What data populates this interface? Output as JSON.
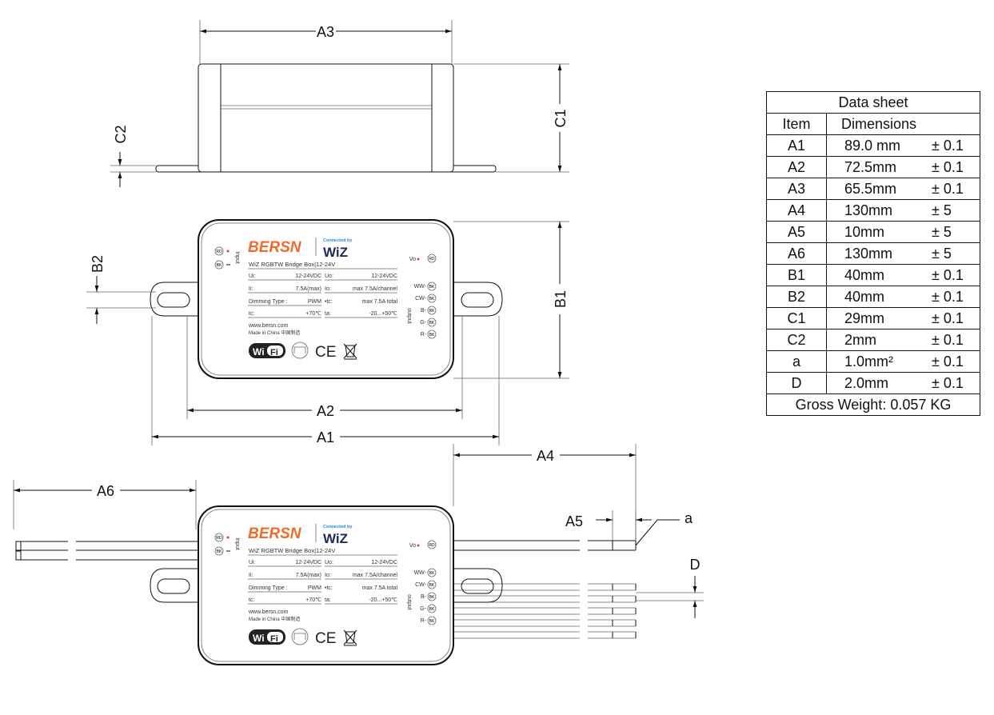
{
  "dimensions": {
    "A1": "A1",
    "A2": "A2",
    "A3": "A3",
    "A4": "A4",
    "A5": "A5",
    "A6": "A6",
    "B1": "B1",
    "B2": "B2",
    "C1": "C1",
    "C2": "C2",
    "a": "a",
    "D": "D"
  },
  "label": {
    "brand": "BERSN",
    "connected_by": "Connected by",
    "partner": "WiZ",
    "product": "WiZ RGBTW Bridge Box|12-24V",
    "rows": [
      {
        "k1": "Ui:",
        "v1": "12-24VDC",
        "k2": "Uo:",
        "v2": "12-24VDC"
      },
      {
        "k1": "Ii:",
        "v1": "7.5A(max)",
        "k2": "Io:",
        "v2": "max 7.5A/channel"
      },
      {
        "k1": "Dimming Type :",
        "v1": "PWM",
        "k2": "•tc:",
        "v2": "max 7.5A total"
      },
      {
        "k1": "tc:",
        "v1": "+70℃",
        "k2": "ta:",
        "v2": "-20...+50℃"
      }
    ],
    "website": "www.bersn.com",
    "made_in": "Made in China 中国制造",
    "input": "Input",
    "output": "output",
    "rd": "RD",
    "bk": "BK",
    "vo": "Vo",
    "channels": [
      "WW-",
      "CW-",
      "B-",
      "G-",
      "R-"
    ],
    "wifi_a": "Wi",
    "wifi_b": "Fi",
    "ce": "CE"
  },
  "colors": {
    "brand": "#f26a2a",
    "partner": "#1a2a5a",
    "connected": "#1e88e5",
    "red": "#e53935"
  },
  "sheet": {
    "title": "Data sheet",
    "col_item": "Item",
    "col_dim": "Dimensions",
    "rows": [
      {
        "item": "A1",
        "value": "89.0 mm",
        "tol": "± 0.1"
      },
      {
        "item": "A2",
        "value": "72.5mm",
        "tol": "± 0.1"
      },
      {
        "item": "A3",
        "value": "65.5mm",
        "tol": "± 0.1"
      },
      {
        "item": "A4",
        "value": "130mm",
        "tol": "± 5"
      },
      {
        "item": "A5",
        "value": "10mm",
        "tol": "± 5"
      },
      {
        "item": "A6",
        "value": "130mm",
        "tol": "± 5"
      },
      {
        "item": "B1",
        "value": "40mm",
        "tol": "± 0.1"
      },
      {
        "item": "B2",
        "value": "40mm",
        "tol": "± 0.1"
      },
      {
        "item": "C1",
        "value": "29mm",
        "tol": "± 0.1"
      },
      {
        "item": "C2",
        "value": "2mm",
        "tol": "± 0.1"
      },
      {
        "item": "a",
        "value": "1.0mm²",
        "tol": "± 0.1"
      },
      {
        "item": "D",
        "value": "2.0mm",
        "tol": "± 0.1"
      }
    ],
    "footer": "Gross Weight: 0.057 KG"
  }
}
